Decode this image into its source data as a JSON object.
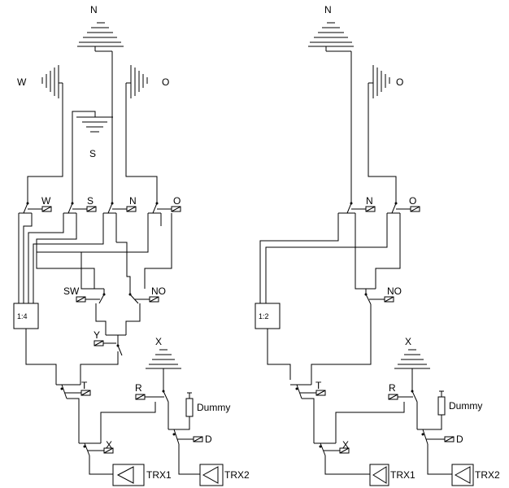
{
  "left": {
    "antennas": {
      "north": "N",
      "west": "W",
      "east": "O",
      "south": "S",
      "x": "X"
    },
    "switch_labels": {
      "w": "W",
      "s": "S",
      "n": "N",
      "o": "O",
      "sw": "SW",
      "no": "NO",
      "y": "Y",
      "t": "T",
      "r": "R",
      "x": "X",
      "d": "D"
    },
    "splitter": "1:4",
    "dummy": "Dummy",
    "trx1": "TRX1",
    "trx2": "TRX2"
  },
  "right": {
    "antennas": {
      "north": "N",
      "east": "O",
      "x": "X"
    },
    "switch_labels": {
      "n": "N",
      "o": "O",
      "no": "NO",
      "t": "T",
      "r": "R",
      "x": "X",
      "d": "D"
    },
    "splitter": "1:2",
    "dummy": "Dummy",
    "trx1": "TRX1",
    "trx2": "TRX2"
  }
}
